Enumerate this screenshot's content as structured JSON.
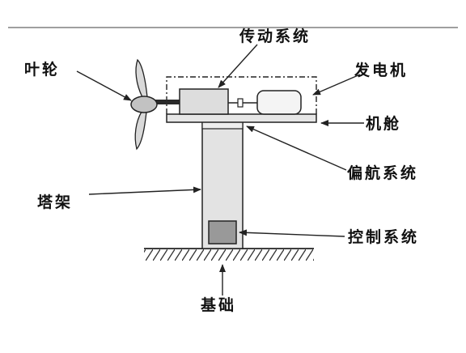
{
  "labels": {
    "blades": "叶轮",
    "transmission": "传动系统",
    "generator": "发电机",
    "nacelle": "机舱",
    "yaw": "偏航系统",
    "tower": "塔架",
    "control": "控制系统",
    "foundation": "基础"
  },
  "colors": {
    "line": "#222222",
    "frame_fill": "#e6e6e6",
    "tower_fill": "#e3e3e3",
    "control_fill": "#999999",
    "blade_fill": "#d9d9d9"
  }
}
